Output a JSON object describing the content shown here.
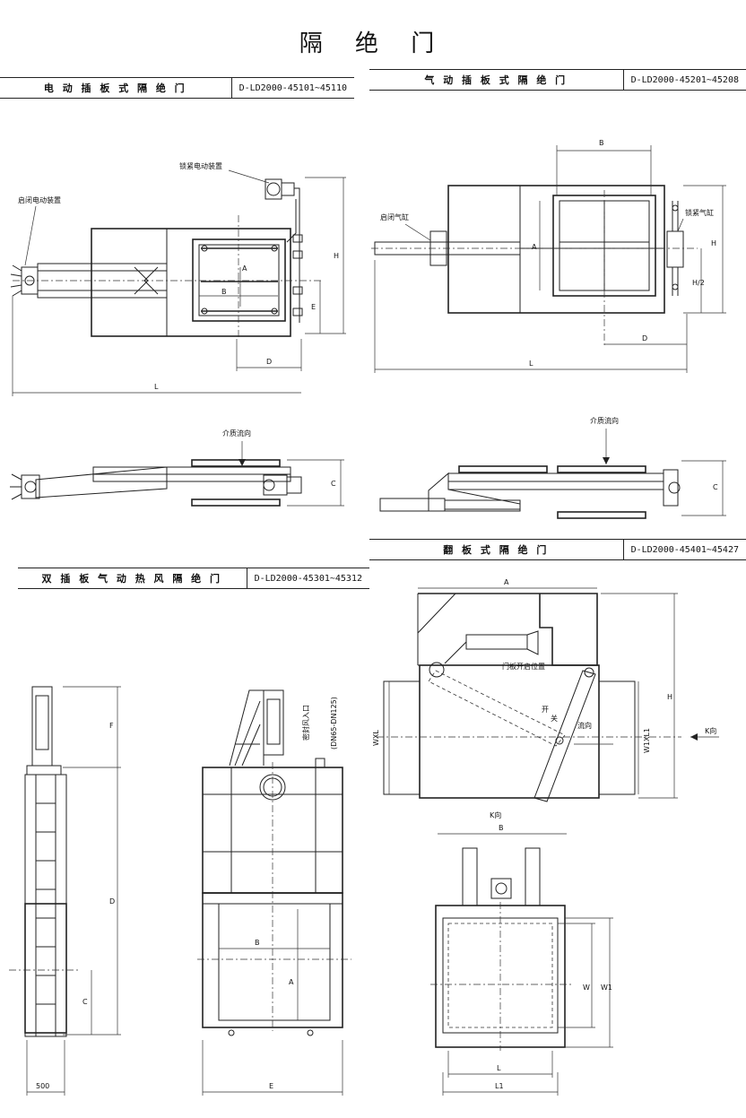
{
  "title": "隔 绝 门",
  "sections": {
    "electric": {
      "name": "电 动 插 板 式 隔 绝 门",
      "code": "D-LD2000-45101~45110",
      "labels": {
        "open_close_device": "启闭电动装置",
        "lock_device": "锁紧电动装置",
        "flow": "介质流向"
      }
    },
    "pneumatic": {
      "name": "气 动 插 板 式 隔 绝 门",
      "code": "D-LD2000-45201~45208",
      "labels": {
        "cylinder": "启闭气缸",
        "lock_cylinder": "锁紧气缸",
        "flow": "介质流向"
      }
    },
    "double": {
      "name": "双 插 板 气 动 热 风 隔 绝 门",
      "code": "D-LD2000-45301~45312",
      "labels": {
        "seal_inlet": "密封风入口",
        "seal_spec": "(DN65-DN125)"
      }
    },
    "flap": {
      "name": "翻 板 式 隔 绝 门",
      "code": "D-LD2000-45401~45427",
      "labels": {
        "plate_position": "门板开启位置",
        "open": "开",
        "close": "关",
        "flow": "流向",
        "k_dir": "K向"
      }
    }
  },
  "dims": {
    "A": "A",
    "B": "B",
    "C": "C",
    "D": "D",
    "E": "E",
    "F": "F",
    "H": "H",
    "H2": "H/2",
    "L": "L",
    "L1": "L1",
    "W": "W",
    "W1": "W1",
    "WxL": "WXL",
    "W1xL1": "W1XL1",
    "d500": "500"
  }
}
